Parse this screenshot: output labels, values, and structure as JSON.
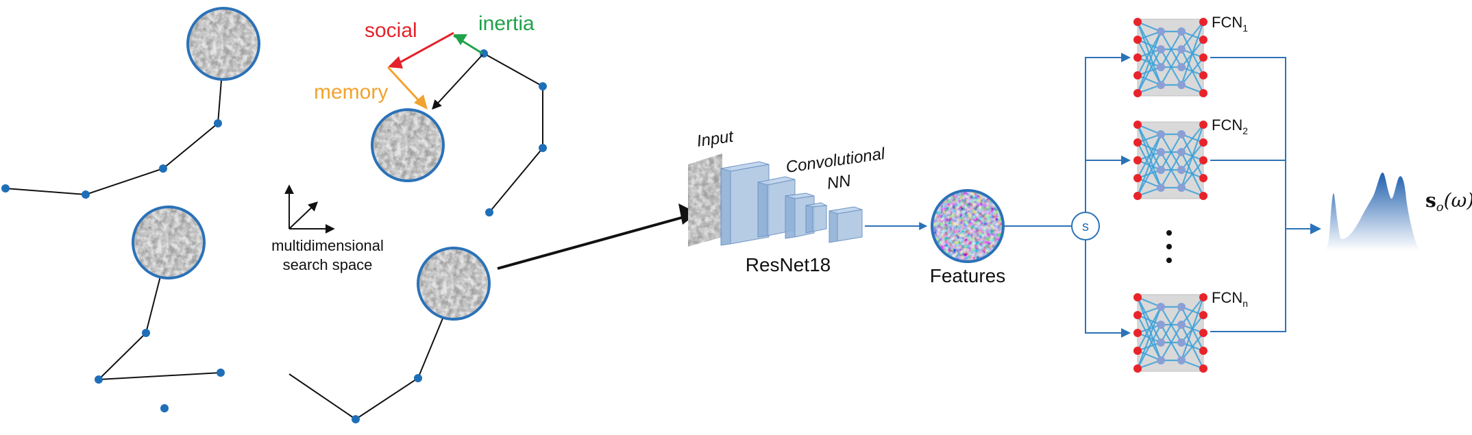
{
  "colors": {
    "node": "#1f6fb8",
    "circle_stroke": "#2b72b8",
    "flow": "#2b72b8",
    "social": "#e5222a",
    "inertia": "#1fa24a",
    "memory": "#f2a22e",
    "red_node": "#e8242b",
    "fcn_fill": "#d9d9d9",
    "fcn_line": "#3aa0d8",
    "cnn_fill": "#a9c3e0"
  },
  "labels": {
    "social": "social",
    "inertia": "inertia",
    "memory": "memory",
    "search_space_1": "multidimensional",
    "search_space_2": "search space",
    "input": "Input",
    "convolutional": "Convolutional",
    "nn": "NN",
    "resnet": "ResNet18",
    "features": "Features",
    "sum": "s",
    "fcn_prefix": "FCN",
    "fcn1_sub": "1",
    "fcn2_sub": "2",
    "fcnn_sub": "n",
    "output_s": "s",
    "output_sub": "o",
    "output_omega": "(ω)"
  },
  "icons": {
    "texture": "surface-texture-icon",
    "ellipsis": "vertical-ellipsis-icon"
  }
}
